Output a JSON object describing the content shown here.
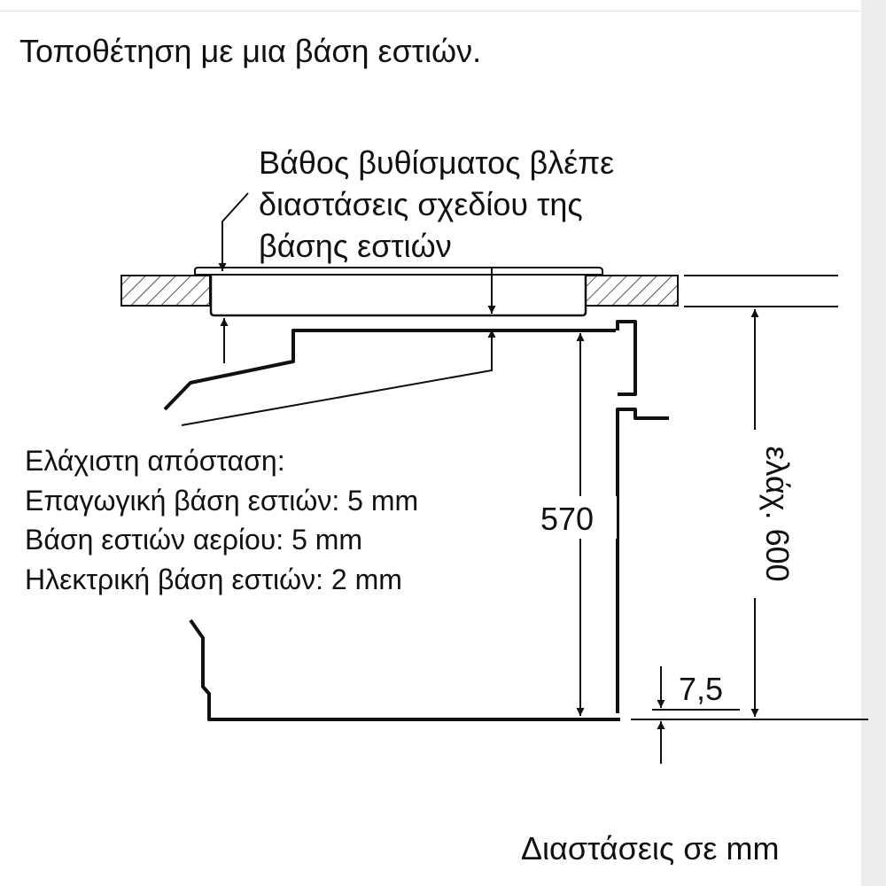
{
  "title": "Τοποθέτηση με μια βάση εστιών.",
  "callout": {
    "lines": [
      "Βάθος βυθίσματος βλέπε",
      "διαστάσεις σχεδίου της",
      "βάσης εστιών"
    ]
  },
  "min_distance": {
    "lines": [
      "Ελάχιστη απόσταση:",
      "Επαγωγική βάση εστιών: 5 mm",
      "Βάση εστιών αερίου: 5 mm",
      "Ηλεκτρική βάση εστιών: 2 mm"
    ]
  },
  "dimensions": {
    "oven_height": "570",
    "niche_height": "ελάχ. 600",
    "bottom_offset": "7,5"
  },
  "footer": "Διαστάσεις σε mm"
}
